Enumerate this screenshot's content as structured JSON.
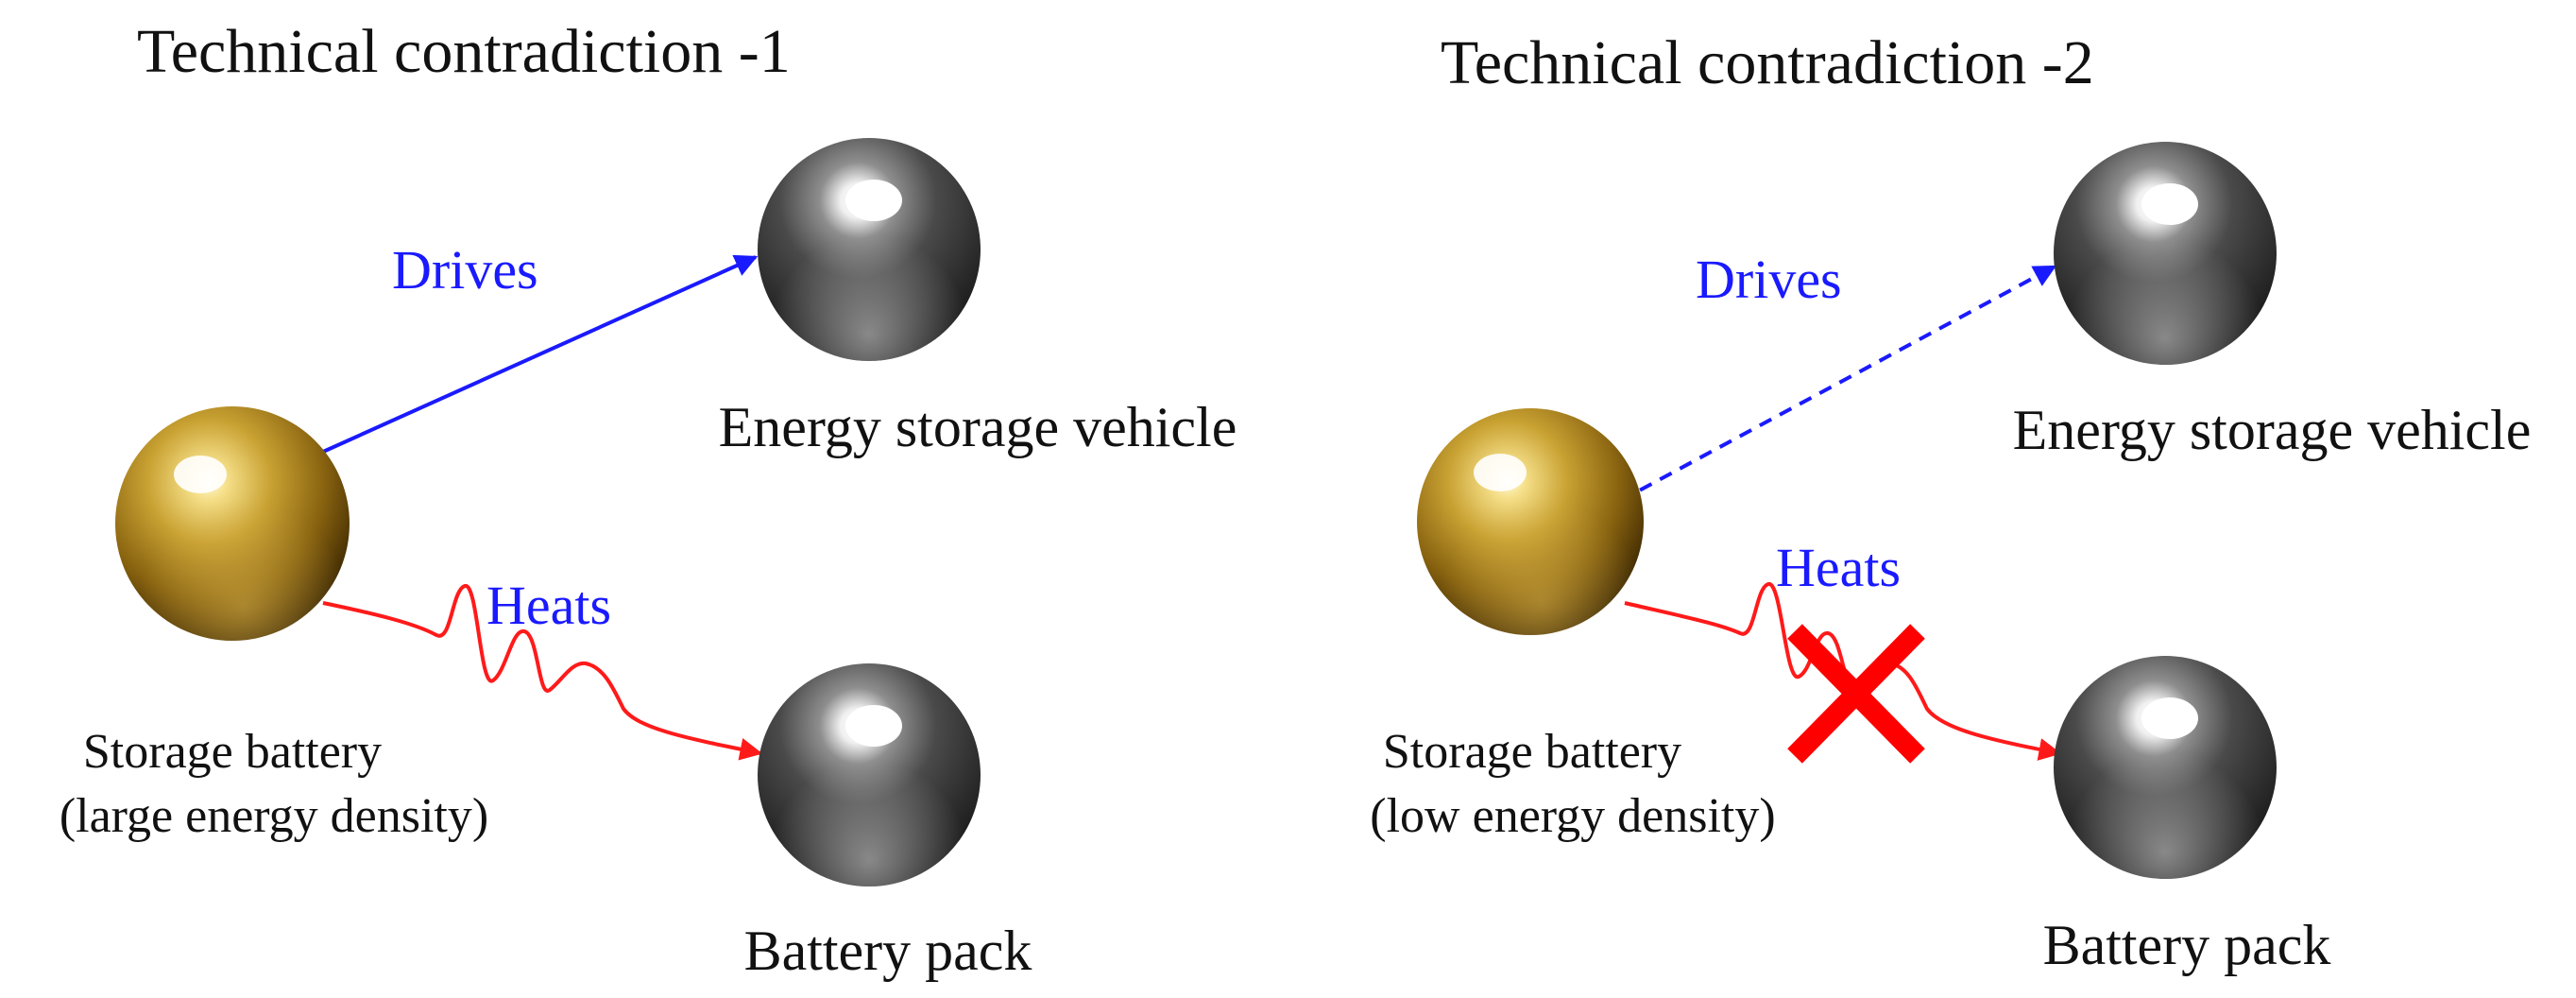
{
  "panels": [
    {
      "title": "Technical contradiction -1",
      "source": {
        "label_line1": "Storage battery",
        "label_line2": "(large energy density)"
      },
      "target_top": {
        "label": "Energy storage vehicle"
      },
      "target_bottom": {
        "label": "Battery pack"
      },
      "relation_top": {
        "label": "Drives",
        "style": "solid"
      },
      "relation_bottom": {
        "label": "Heats",
        "style": "wavy",
        "crossed": false
      }
    },
    {
      "title": "Technical contradiction -2",
      "source": {
        "label_line1": "Storage battery",
        "label_line2": "(low energy density)"
      },
      "target_top": {
        "label": "Energy storage vehicle"
      },
      "target_bottom": {
        "label": "Battery pack"
      },
      "relation_top": {
        "label": "Drives",
        "style": "dashed"
      },
      "relation_bottom": {
        "label": "Heats",
        "style": "wavy",
        "crossed": true
      }
    }
  ],
  "colors": {
    "relation_label": "#1a1aff",
    "drives_arrow": "#1a1aff",
    "heats_arrow": "#ff1a1a",
    "cross_mark": "#ff0000",
    "gold_sphere": "#b8860b",
    "silver_sphere": "#808080"
  }
}
